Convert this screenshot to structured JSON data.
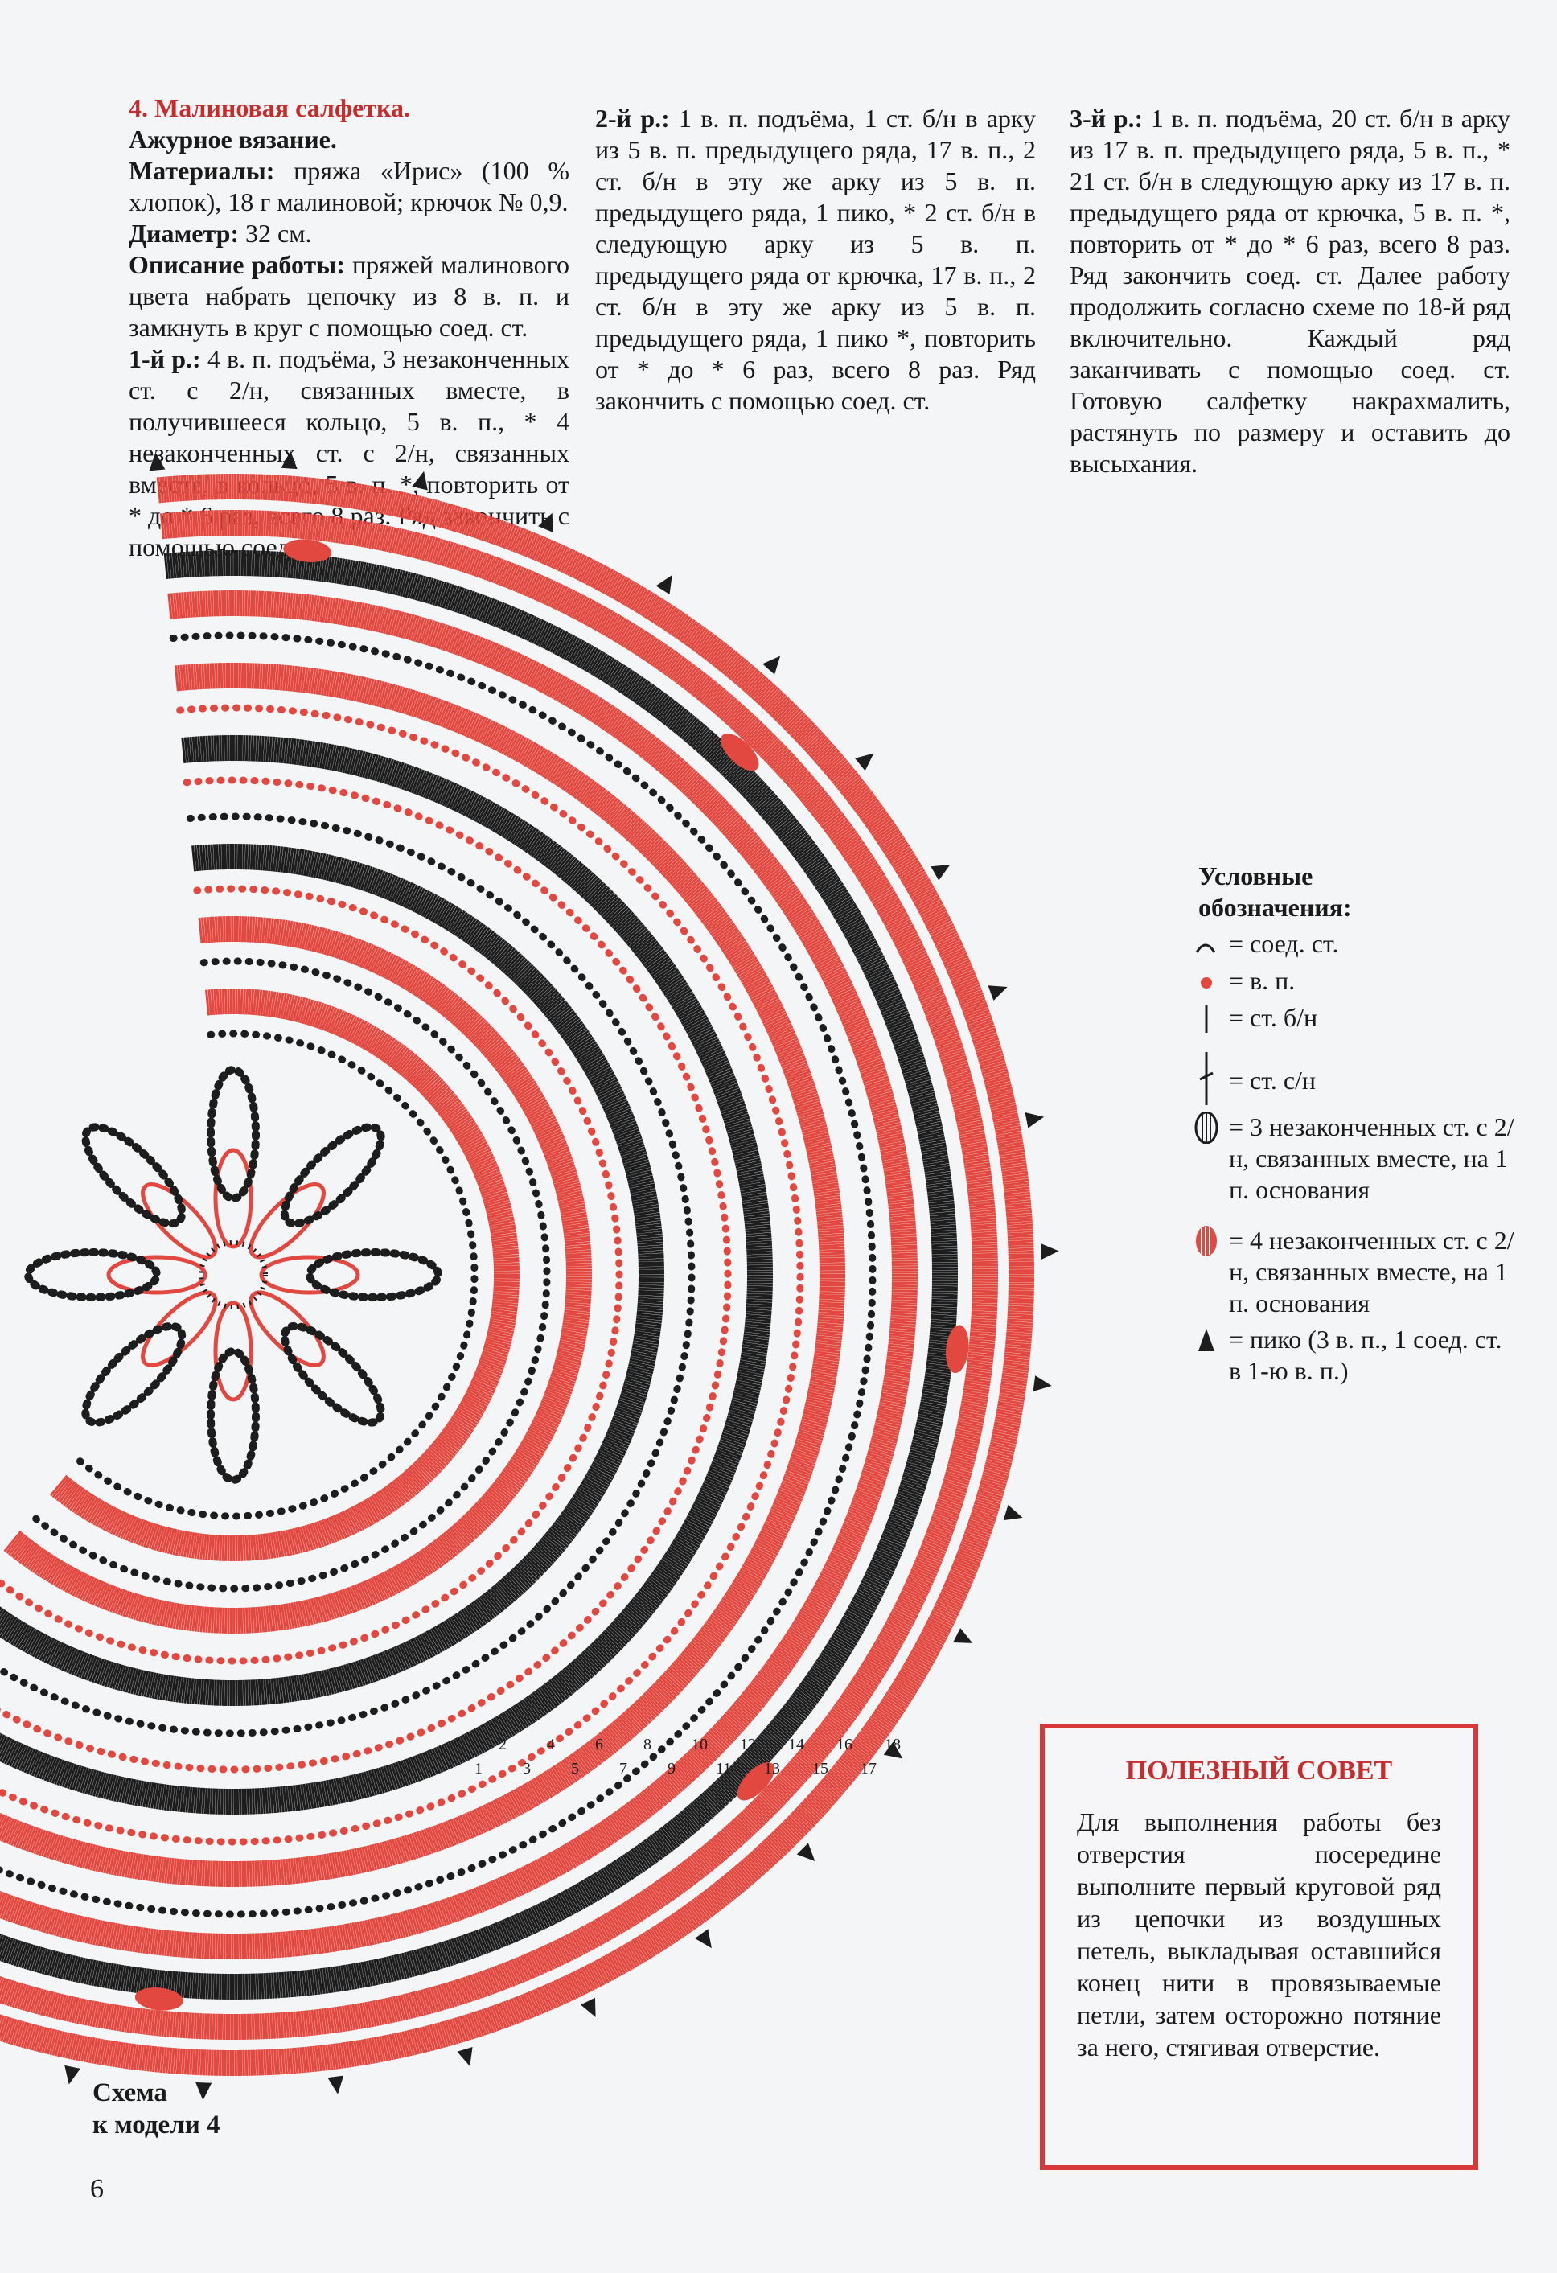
{
  "article": {
    "title": "4. Малиновая салфетка.",
    "subtitle": "Ажурное вязание.",
    "materials_label": "Материалы:",
    "materials_text": " пряжа «Ирис» (100 % хлопок), 18 г малиновой; крючок № 0,9.",
    "diameter_label": "Диаметр:",
    "diameter_text": " 32 см.",
    "description_label": "Описание работы:",
    "description_text": " пряжей малинового цвета набрать цепочку из 8 в. п. и замкнуть в круг с помощью соед. ст.",
    "row1_label": "1-й р.:",
    "row1_text": " 4 в. п. подъёма, 3 незаконченных ст. с 2/н, связанных вместе, в получившееся кольцо, 5 в. п., * 4 незаконченных ст. с 2/н, связанных вместе, в кольцо, 5 в. п. *, повторить от * до * 6 раз, всего 8 раз. Ряд закончить с помощью соед. ст.",
    "row2_label": "2-й р.:",
    "row2_text": " 1 в. п. подъёма, 1 ст. б/н в арку из 5 в. п. предыдущего ряда, 17 в. п., 2 ст. б/н в эту же арку из 5 в. п. предыдущего ряда, 1 пико, * 2 ст. б/н в следующую арку из 5 в. п. предыдущего ряда от крючка, 17 в. п., 2 ст. б/н в эту же арку из 5 в. п. предыдущего ряда, 1 пико *, повторить от * до * 6 раз, всего 8 раз. Ряд закончить с помощью соед. ст.",
    "row3_label": "3-й р.:",
    "row3_text": " 1 в. п. подъёма, 20 ст. б/н в арку из 17 в. п. предыдущего ряда, 5 в. п., * 21 ст. б/н в следующую арку из 17 в. п. предыдущего ряда от крючка, 5 в. п. *, повторить от * до * 6 раз, всего 8 раз. Ряд закончить соед. ст. Далее работу продолжить согласно схеме по 18-й ряд включительно. Каждый ряд заканчивать с помощью соед. ст. Готовую салфетку накрахмалить, растянуть по размеру и оставить до высыхания."
  },
  "legend": {
    "heading_line1": "Условные",
    "heading_line2": "обозначения:",
    "items": [
      {
        "icon": "slip-stitch-icon",
        "text": "= соед. ст."
      },
      {
        "icon": "chain-stitch-icon",
        "text": "= в. п."
      },
      {
        "icon": "single-crochet-icon",
        "text": "= ст. б/н"
      },
      {
        "icon": "double-crochet-icon",
        "text": "= ст. с/н"
      },
      {
        "icon": "cluster-3-icon",
        "text": "= 3 незаконченных ст. с 2/н, связанных вместе, на 1 п. основания"
      },
      {
        "icon": "cluster-4-icon",
        "text": "= 4 незаконченных ст. с 2/н, связанных вместе, на 1 п. основания"
      },
      {
        "icon": "picot-icon",
        "text": "= пико (3 в. п., 1 соед. ст. в 1-ю в. п.)"
      }
    ]
  },
  "tip": {
    "title": "ПОЛЕЗНЫЙ СОВЕТ",
    "text": "Для выполнения работы без отверстия посередине выполните первый круговой ряд из цепочки из воздушных петель, выкладывая оставшийся конец нити в провязываемые петли, затем осторожно потяние за него, стягивая отверстие."
  },
  "diagram": {
    "caption_line1": "Схема",
    "caption_line2": "к модели 4",
    "row_numbers": [
      "1",
      "2",
      "3",
      "4",
      "5",
      "6",
      "7",
      "8",
      "9",
      "10",
      "11",
      "12",
      "13",
      "14",
      "15",
      "16",
      "17",
      "18"
    ]
  },
  "page_number": "6",
  "colors": {
    "red": "#e2483f",
    "black": "#1d1d1d",
    "tip_border": "#d9383a",
    "title": "#c72c2c"
  }
}
